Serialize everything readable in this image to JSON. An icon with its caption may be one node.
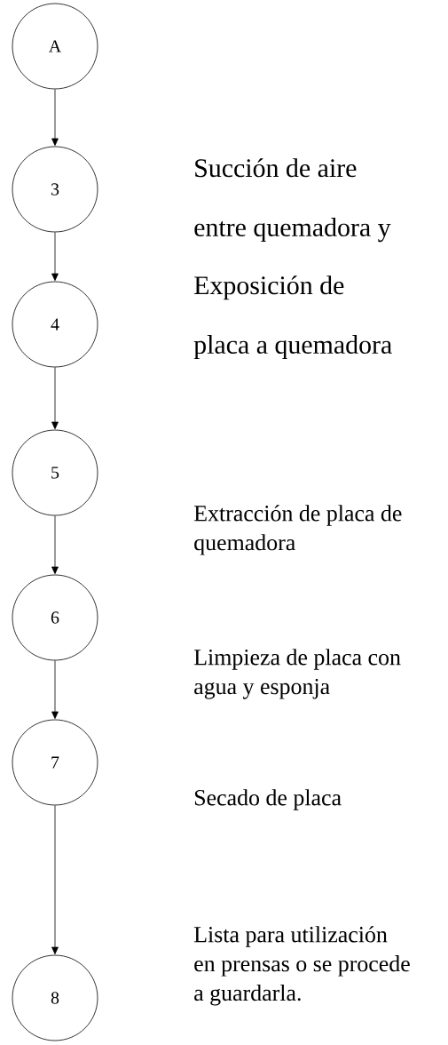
{
  "diagram": {
    "nodes": [
      {
        "text": [
          "A"
        ]
      },
      {
        "text": [
          "3"
        ]
      },
      {
        "text": [
          "4"
        ]
      },
      {
        "text": [
          "5"
        ]
      },
      {
        "text": [
          "6"
        ]
      },
      {
        "text": [
          "7"
        ]
      },
      {
        "text": [
          "8"
        ]
      }
    ],
    "edges": [
      {
        "from": 0,
        "to": 1,
        "arrow": "to"
      },
      {
        "from": 1,
        "to": 2,
        "arrow": "to"
      },
      {
        "from": 2,
        "to": 3,
        "arrow": "to"
      },
      {
        "from": 3,
        "to": 4,
        "arrow": "to"
      },
      {
        "from": 4,
        "to": 5,
        "arrow": "to"
      },
      {
        "from": 5,
        "to": 6,
        "arrow": "to"
      }
    ],
    "labels": [
      "Succión de aire entre quemadora y",
      "Exposición de placa a quemadora",
      "Extracción de placa de quemadora",
      "Limpieza de placa con agua y esponja",
      "Secado de placa",
      "Lista para utilización en prensas o se procede a guardarla."
    ]
  }
}
